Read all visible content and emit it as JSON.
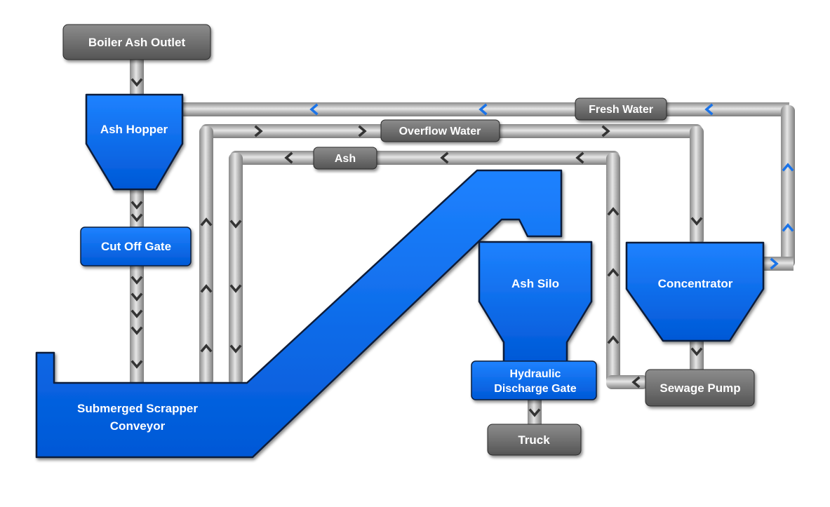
{
  "diagram": {
    "nodes": {
      "boiler_ash_outlet": "Boiler Ash Outlet",
      "ash_hopper": "Ash Hopper",
      "cut_off_gate": "Cut Off Gate",
      "submerged_scrapper_conveyor_line1": "Submerged Scrapper",
      "submerged_scrapper_conveyor_line2": "Conveyor",
      "ash_silo": "Ash Silo",
      "hydraulic_discharge_gate_line1": "Hydraulic",
      "hydraulic_discharge_gate_line2": "Discharge Gate",
      "truck": "Truck",
      "concentrator": "Concentrator",
      "sewage_pump": "Sewage Pump"
    },
    "pipe_labels": {
      "fresh_water": "Fresh Water",
      "overflow_water": "Overflow Water",
      "ash": "Ash"
    },
    "colors": {
      "equipment_blue": "#0a6cf5",
      "equipment_outline": "#0b1f3a",
      "gray_box": "#6d6d6d",
      "pipe": "#b7b7b7",
      "chevron_dark": "#333333",
      "chevron_blue": "#1a73e8"
    }
  }
}
